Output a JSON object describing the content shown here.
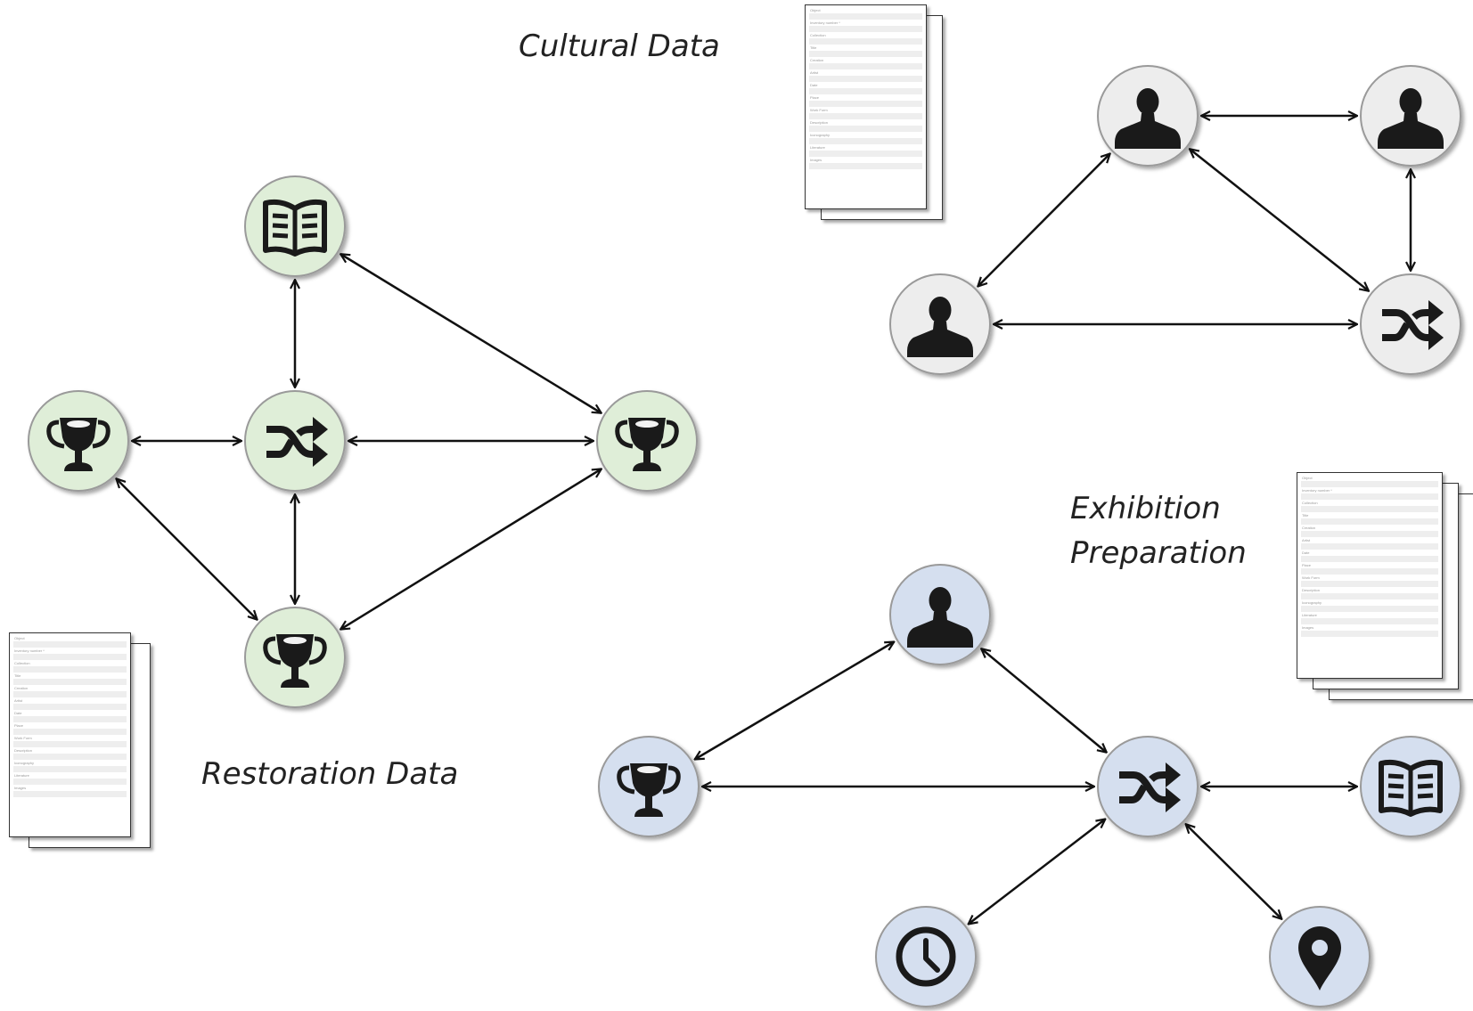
{
  "captions": {
    "cultural_data": "Cultural Data",
    "restoration_data": "Restoration Data",
    "exhibition_line1": "Exhibition",
    "exhibition_line2": "Preparation"
  },
  "colors": {
    "restoration_node": "#dfeed8",
    "cultural_node": "#ededed",
    "exhibition_node": "#d5dfef",
    "node_border": "#9a9a9a",
    "icon": "#1a1a1a",
    "edge": "#111111"
  },
  "form_fields": [
    "Object",
    "Inventory number *",
    "Collection",
    "Title",
    "Creation",
    "Artist",
    "Date",
    "Place",
    "Work Form",
    "Description",
    "Iconography",
    "Literature",
    "Images"
  ],
  "clusters": [
    {
      "id": "restoration",
      "color_key": "restoration_node",
      "nodes": [
        {
          "id": "r-book",
          "icon": "book-icon"
        },
        {
          "id": "r-trophy-left",
          "icon": "trophy-icon"
        },
        {
          "id": "r-shuffle",
          "icon": "shuffle-icon"
        },
        {
          "id": "r-trophy-right",
          "icon": "trophy-icon"
        },
        {
          "id": "r-trophy-bottom",
          "icon": "trophy-icon"
        }
      ],
      "edges": [
        [
          "r-book",
          "r-shuffle"
        ],
        [
          "r-book",
          "r-trophy-right"
        ],
        [
          "r-trophy-left",
          "r-shuffle"
        ],
        [
          "r-shuffle",
          "r-trophy-right"
        ],
        [
          "r-shuffle",
          "r-trophy-bottom"
        ],
        [
          "r-trophy-left",
          "r-trophy-bottom"
        ],
        [
          "r-trophy-bottom",
          "r-trophy-right"
        ]
      ]
    },
    {
      "id": "cultural",
      "color_key": "cultural_node",
      "nodes": [
        {
          "id": "c-person-top",
          "icon": "person-icon"
        },
        {
          "id": "c-person-right",
          "icon": "person-icon"
        },
        {
          "id": "c-person-left",
          "icon": "person-icon"
        },
        {
          "id": "c-shuffle",
          "icon": "shuffle-icon"
        }
      ],
      "edges": [
        [
          "c-person-top",
          "c-person-right"
        ],
        [
          "c-person-top",
          "c-person-left"
        ],
        [
          "c-person-top",
          "c-shuffle"
        ],
        [
          "c-person-right",
          "c-shuffle"
        ],
        [
          "c-person-left",
          "c-shuffle"
        ]
      ]
    },
    {
      "id": "exhibition",
      "color_key": "exhibition_node",
      "nodes": [
        {
          "id": "e-person",
          "icon": "person-icon"
        },
        {
          "id": "e-trophy",
          "icon": "trophy-icon"
        },
        {
          "id": "e-shuffle",
          "icon": "shuffle-icon"
        },
        {
          "id": "e-book",
          "icon": "book-icon"
        },
        {
          "id": "e-clock",
          "icon": "clock-icon"
        },
        {
          "id": "e-pin",
          "icon": "map-pin-icon"
        }
      ],
      "edges": [
        [
          "e-person",
          "e-trophy"
        ],
        [
          "e-person",
          "e-shuffle"
        ],
        [
          "e-trophy",
          "e-shuffle"
        ],
        [
          "e-shuffle",
          "e-book"
        ],
        [
          "e-shuffle",
          "e-clock"
        ],
        [
          "e-shuffle",
          "e-pin"
        ]
      ]
    }
  ]
}
